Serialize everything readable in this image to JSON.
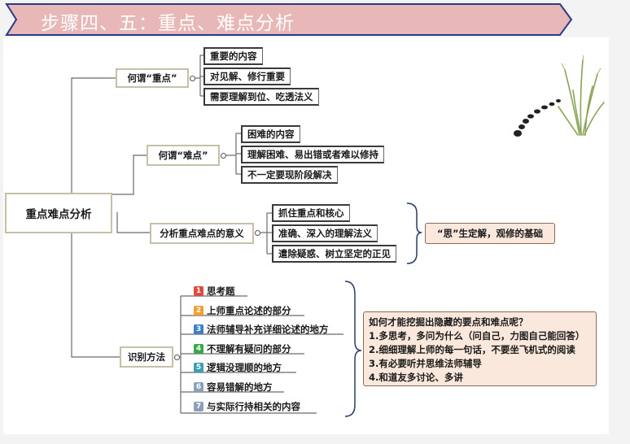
{
  "banner": {
    "title": "步骤四、五：重点、难点分析"
  },
  "root": {
    "label": "重点难点分析"
  },
  "branches": {
    "b1": {
      "label": "何谓“重点”",
      "items": [
        "重要的内容",
        "对见解、修行重要",
        "需要理解到位、吃透法义"
      ]
    },
    "b2": {
      "label": "何谓“难点”",
      "items": [
        "困难的内容",
        "理解困难、易出错或者难以修持",
        "不一定要现阶段解决"
      ]
    },
    "b3": {
      "label": "分析重点难点的意义",
      "items": [
        "抓住重点和核心",
        "准确、深入的理解法义",
        "遣除疑惑、树立坚定的正见"
      ],
      "summary": "“思”生定解，观修的基础"
    },
    "b4": {
      "label": "识别方法",
      "items": [
        {
          "num": "1",
          "text": "思考题",
          "color": "#e04a3f"
        },
        {
          "num": "2",
          "text": "上师重点论述的部分",
          "color": "#f0a030"
        },
        {
          "num": "3",
          "text": "法师辅导补充详细论述的地方",
          "color": "#3f7fc8"
        },
        {
          "num": "4",
          "text": "不理解有疑问的部分",
          "color": "#3aa84a"
        },
        {
          "num": "5",
          "text": "逻辑没理顺的地方",
          "color": "#3aa0b0"
        },
        {
          "num": "6",
          "text": "容易错解的地方",
          "color": "#8aa0b8"
        },
        {
          "num": "7",
          "text": "与实际行持相关的内容",
          "color": "#8aa0b8"
        }
      ],
      "note": {
        "title": "如何才能挖掘出隐藏的要点和难点呢？",
        "lines": [
          "1.多思考，多问为什么（问自己，力图自己能回答）",
          "2.细细理解上师的每一句话，不要坐飞机式的阅读",
          "3.有必要听并思维法师辅导",
          "4.和道友多讨论、多讲"
        ]
      }
    }
  },
  "colors": {
    "banner": "#e8b8b8",
    "banner_border": "#2a3a8a",
    "box_border": "#c7bfa6",
    "note_bg": "#fbe8dc"
  }
}
